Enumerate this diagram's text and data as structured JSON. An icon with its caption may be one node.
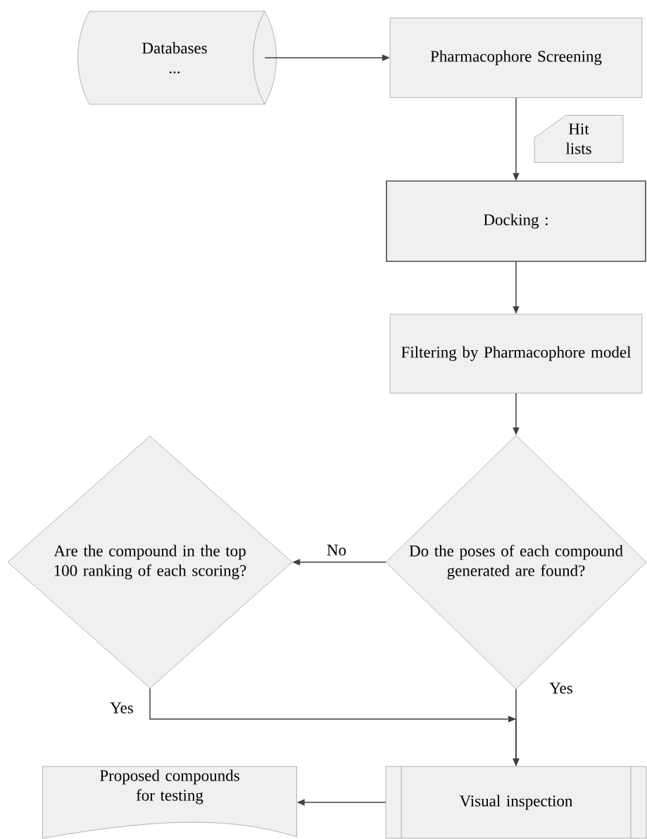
{
  "diagram": {
    "nodes": [
      {
        "text": [
          "Databases",
          "..."
        ]
      },
      {
        "text": [
          "Pharmacophore Screening"
        ]
      },
      {
        "text": [
          "Hit lists"
        ]
      },
      {
        "text": [
          "Docking :"
        ]
      },
      {
        "text": [
          "Filtering by Pharmacophore model"
        ]
      },
      {
        "text": [
          "Do the poses of each compound generated are found?"
        ]
      },
      {
        "text": [
          "Are the compound in the top 100 ranking of each scoring?"
        ]
      },
      {
        "text": [
          "Visual inspection"
        ]
      },
      {
        "text": [
          "Proposed compounds for testing"
        ]
      }
    ],
    "edges": [
      {
        "from": 0,
        "to": 1,
        "arrow": "to"
      },
      {
        "from": 1,
        "to": 3,
        "arrow": "to"
      },
      {
        "from": 3,
        "to": 4,
        "arrow": "to"
      },
      {
        "from": 4,
        "to": 5,
        "arrow": "to"
      },
      {
        "from": 5,
        "to": 6,
        "arrow": "to",
        "label": "No"
      },
      {
        "from": 5,
        "to": 7,
        "arrow": "to",
        "label": "Yes"
      },
      {
        "from": 6,
        "to": 7,
        "arrow": "to",
        "label": "Yes"
      },
      {
        "from": 7,
        "to": 8,
        "arrow": "to"
      }
    ]
  }
}
